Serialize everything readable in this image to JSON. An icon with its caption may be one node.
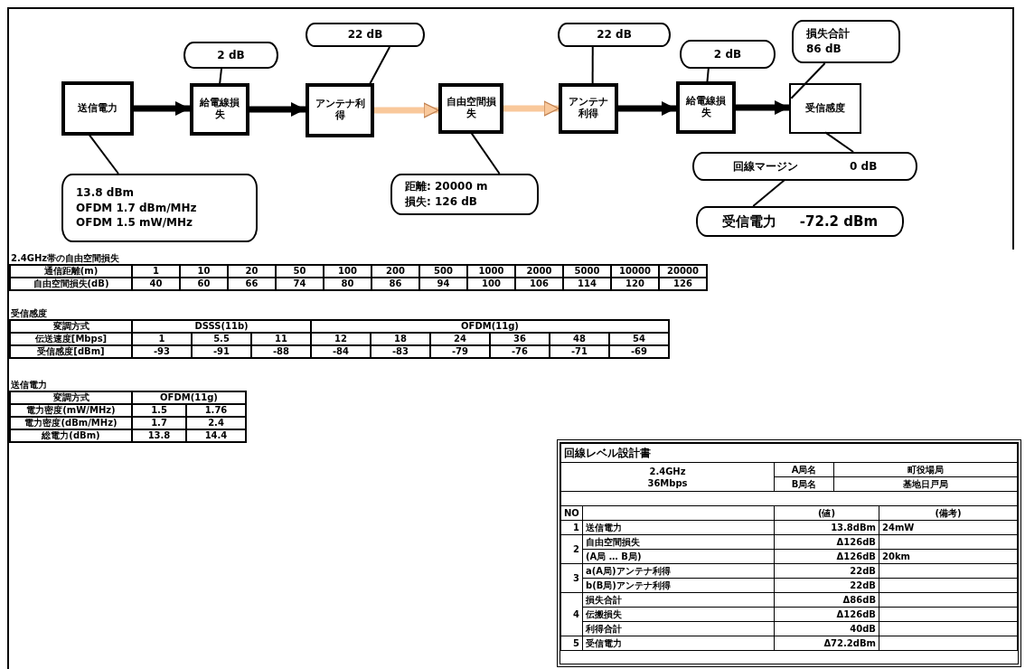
{
  "diagram": {
    "nodes": [
      {
        "text": [
          "送信電力"
        ]
      },
      {
        "text": [
          "給電線損失"
        ]
      },
      {
        "text": [
          "アンテナ利得"
        ]
      },
      {
        "text": [
          "自由空間損失"
        ]
      },
      {
        "text": [
          "アンテナ利得"
        ]
      },
      {
        "text": [
          "給電線損失"
        ]
      },
      {
        "text": [
          "受信感度"
        ]
      },
      {
        "text": [
          "13.8 dBm",
          "OFDM 1.7 dBm/MHz",
          "OFDM 1.5 mW/MHz"
        ]
      },
      {
        "text": [
          "2 dB"
        ]
      },
      {
        "text": [
          "22 dB"
        ]
      },
      {
        "text": [
          "距離: 20000 m",
          "損失: 126 dB"
        ]
      },
      {
        "text": [
          "22 dB"
        ]
      },
      {
        "text": [
          "2 dB"
        ]
      },
      {
        "text": [
          "損失合計",
          "86 dB"
        ]
      },
      {
        "text": [
          "回線マージン",
          "0 dB"
        ]
      },
      {
        "text": [
          "受信電力",
          "-72.2 dBm"
        ]
      }
    ],
    "edges": [
      {
        "from": 0,
        "to": 1,
        "arrow": "to",
        "style": "thick"
      },
      {
        "from": 1,
        "to": 2,
        "arrow": "to",
        "style": "thick"
      },
      {
        "from": 2,
        "to": 3,
        "arrow": "to",
        "style": "thick",
        "color": "#f9c89b"
      },
      {
        "from": 3,
        "to": 4,
        "arrow": "to",
        "style": "thick",
        "color": "#f9c89b"
      },
      {
        "from": 4,
        "to": 5,
        "arrow": "to",
        "style": "thick"
      },
      {
        "from": 5,
        "to": 6,
        "arrow": "to",
        "style": "thick"
      },
      {
        "from": 7,
        "to": 0,
        "arrow": "none"
      },
      {
        "from": 8,
        "to": 1,
        "arrow": "none"
      },
      {
        "from": 9,
        "to": 2,
        "arrow": "none"
      },
      {
        "from": 10,
        "to": 3,
        "arrow": "none"
      },
      {
        "from": 11,
        "to": 4,
        "arrow": "none"
      },
      {
        "from": 12,
        "to": 5,
        "arrow": "none"
      },
      {
        "from": 13,
        "to": 6,
        "arrow": "none"
      },
      {
        "from": 14,
        "to": 6,
        "arrow": "none"
      },
      {
        "from": 15,
        "to": 14,
        "arrow": "none"
      }
    ],
    "labels": [
      "2.4GHz帯の自由空間損失",
      "通信距離(m)",
      "1",
      "10",
      "20",
      "50",
      "100",
      "200",
      "500",
      "1000",
      "2000",
      "5000",
      "10000",
      "20000",
      "自由空間損失(dB)",
      "40",
      "60",
      "66",
      "74",
      "80",
      "86",
      "94",
      "100",
      "106",
      "114",
      "120",
      "126",
      "受信感度",
      "変調方式",
      "DSSS(11b)",
      "OFDM(11g)",
      "伝送速度[Mbps]",
      "1",
      "5.5",
      "11",
      "12",
      "18",
      "24",
      "36",
      "48",
      "54",
      "受信感度[dBm]",
      "-93",
      "-91",
      "-88",
      "-84",
      "-83",
      "-79",
      "-76",
      "-71",
      "-69",
      "送信電力",
      "変調方式",
      "OFDM(11g)",
      "電力密度(mW/MHz)",
      "1.5",
      "1.76",
      "電力密度(dBm/MHz)",
      "1.7",
      "2.4",
      "総電力(dBm)",
      "13.8",
      "14.4",
      "回線レベル設計書",
      "2.4GHz",
      "36Mbps",
      "A局名",
      "町役場局",
      "B局名",
      "基地日戸局",
      "NO",
      "(値)",
      "(備考)",
      "1",
      "送信電力",
      "13.8dBm",
      "24mW",
      "2",
      "自由空間損失",
      "Δ126dB",
      "(A局 … B局)",
      "Δ126dB",
      "20km",
      "3",
      "a(A局)アンテナ利得",
      "22dB",
      "b(B局)アンテナ利得",
      "22dB",
      "4",
      "損失合計",
      "Δ86dB",
      "伝搬損失",
      "Δ126dB",
      "利得合計",
      "40dB",
      "5",
      "受信電力",
      "Δ72.2dBm"
    ]
  }
}
